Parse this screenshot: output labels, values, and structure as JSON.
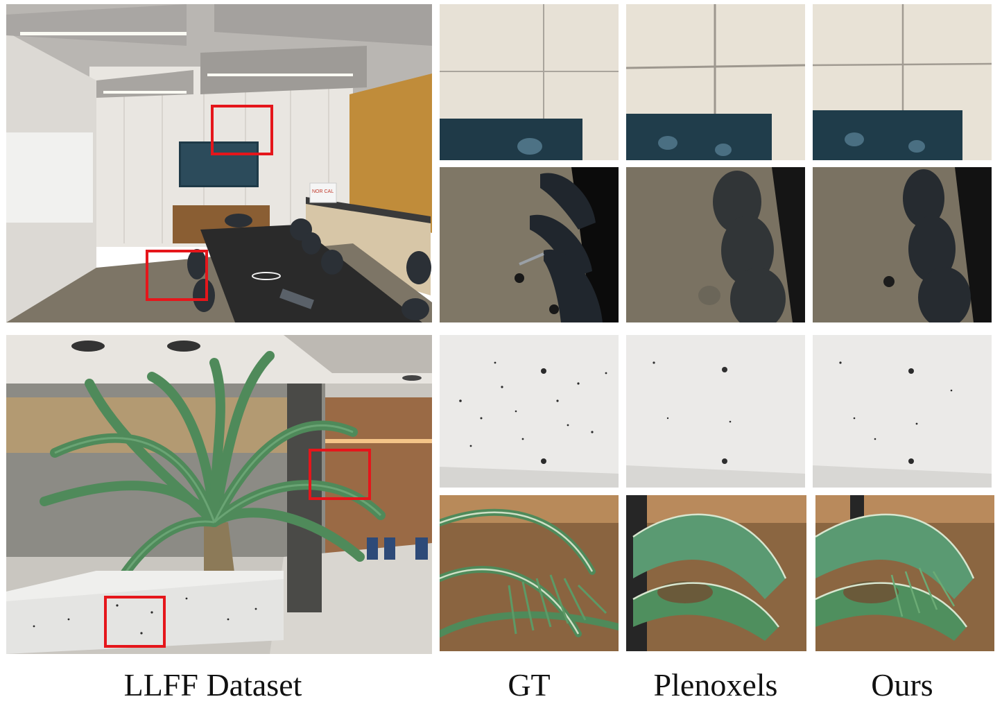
{
  "captions": {
    "dataset": "LLFF Dataset",
    "gt": "GT",
    "plenoxels": "Plenoxels",
    "ours": "Ours"
  },
  "scene_labels": {
    "box_sign": "NOR CAL"
  },
  "colors": {
    "roi_box": "#e5161b",
    "wall": "#e6e1d8",
    "wood": "#c08c3a",
    "tv": "#1f3a48",
    "carpet": "#7d7566",
    "table": "#2a2a2a",
    "leaf": "#4f8a5a",
    "concrete": "#e4e4e2",
    "hall_wood": "#9a6a45"
  }
}
